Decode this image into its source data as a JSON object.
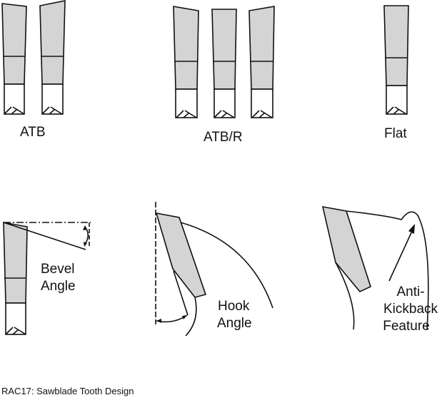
{
  "labels": {
    "atb": "ATB",
    "atbr": "ATB/R",
    "flat": "Flat",
    "bevel": [
      "Bevel",
      "Angle"
    ],
    "hook": [
      "Hook",
      "Angle"
    ],
    "anti": [
      "Anti-",
      "Kickback",
      "Feature"
    ]
  },
  "caption": "RAC17: Sawblade Tooth Design",
  "colors": {
    "tooth": "#d4d4d4",
    "line": "#111111"
  }
}
